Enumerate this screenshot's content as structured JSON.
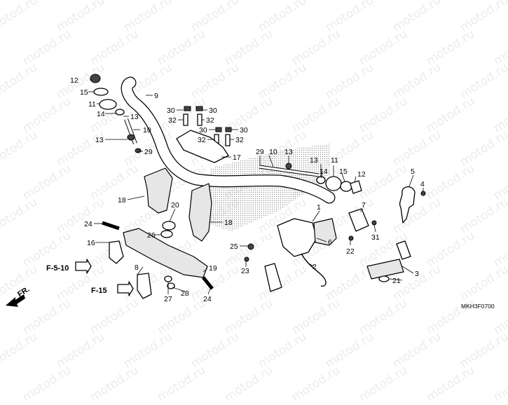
{
  "watermark": "motod.ru",
  "drawing_code": "MKH3F0700",
  "front_marker": "FR.",
  "reference_labels": [
    "F-5-10",
    "F-15"
  ],
  "callouts": [
    "12",
    "15",
    "11",
    "14",
    "13",
    "10",
    "13",
    "29",
    "9",
    "30",
    "30",
    "32",
    "32",
    "30",
    "30",
    "32",
    "32",
    "17",
    "29",
    "10",
    "13",
    "13",
    "14",
    "11",
    "15",
    "12",
    "5",
    "4",
    "18",
    "20",
    "24",
    "18",
    "26",
    "25",
    "16",
    "23",
    "6",
    "1",
    "2",
    "8",
    "19",
    "27",
    "28",
    "24",
    "7",
    "22",
    "31",
    "3",
    "21"
  ]
}
